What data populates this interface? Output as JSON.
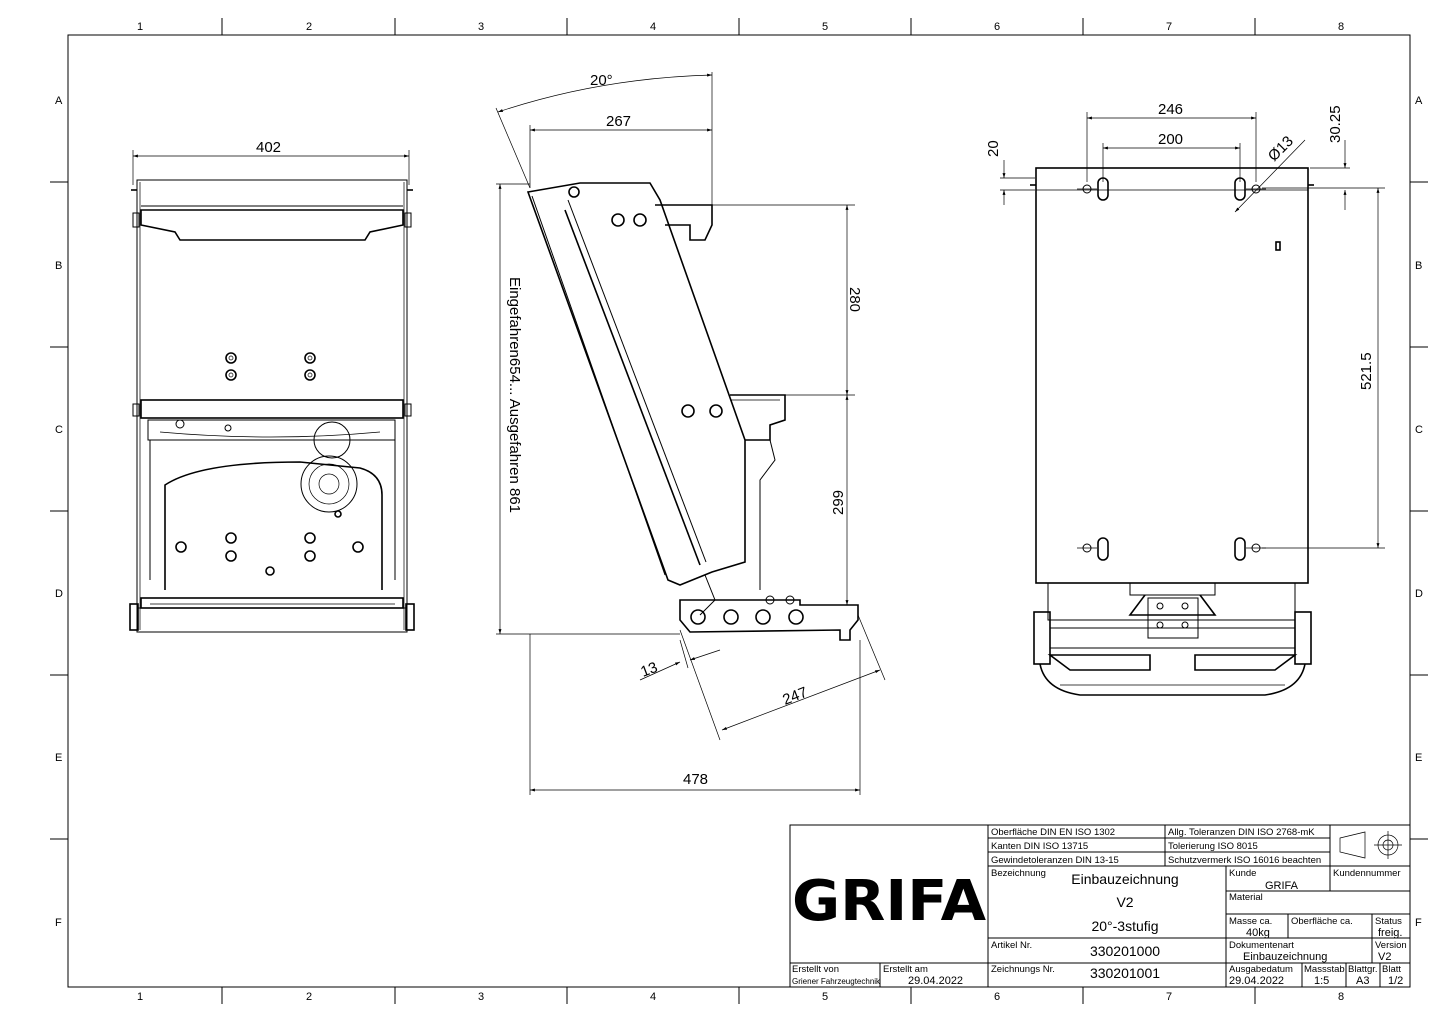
{
  "grid": {
    "columns": [
      "1",
      "2",
      "3",
      "4",
      "5",
      "6",
      "7",
      "8"
    ],
    "rows": [
      "A",
      "B",
      "C",
      "D",
      "E",
      "F"
    ]
  },
  "dimensions": {
    "front_width": "402",
    "angle": "20°",
    "side_top": "267",
    "side_height_label": "Eingefahren654... Ausgefahren 861",
    "side_upper": "280",
    "side_lower": "299",
    "side_bottom": "478",
    "step_depth": "247",
    "step_thick": "13",
    "top_outer": "246",
    "top_inner": "200",
    "top_offset": "20",
    "hole_dia": "Ø13",
    "top_edge": "30.25",
    "top_length": "521.5"
  },
  "title_block": {
    "logo": "GRIFA",
    "norm1": "Oberfläche DIN EN ISO 1302",
    "norm2": "Kanten DIN ISO 13715",
    "norm3": "Gewindetoleranzen DIN 13-15",
    "norm4": "Allg. Toleranzen DIN ISO 2768-mK",
    "norm5": "Tolerierung ISO 8015",
    "norm6": "Schutzvermerk ISO 16016 beachten",
    "bezeichnung_label": "Bezeichnung",
    "bezeichnung_1": "Einbauzeichnung",
    "bezeichnung_2": "V2",
    "bezeichnung_3": "20°-3stufig",
    "kunde_label": "Kunde",
    "kunde": "GRIFA",
    "kundennummer_label": "Kundennummer",
    "material_label": "Material",
    "masse_label": "Masse ca.",
    "masse": "40kg",
    "oberflaeche_label": "Oberfläche ca.",
    "status_label": "Status",
    "status": "freig.",
    "artikel_label": "Artikel Nr.",
    "artikel": "330201000",
    "dokumentenart_label": "Dokumentenart",
    "dokumentenart": "Einbauzeichnung",
    "version_label": "Version",
    "version": "V2",
    "zeichnung_label": "Zeichnungs Nr.",
    "zeichnung": "330201001",
    "erstellt_von_label": "Erstellt von",
    "erstellt_von": "Griener Fahrzeugtechnik",
    "erstellt_am_label": "Erstellt am",
    "erstellt_am": "29.04.2022",
    "ausgabe_label": "Ausgabedatum",
    "ausgabe": "29.04.2022",
    "massstab_label": "Massstab",
    "massstab": "1:5",
    "blattgr_label": "Blattgr.",
    "blattgr": "A3",
    "blatt_label": "Blatt",
    "blatt": "1/2"
  }
}
